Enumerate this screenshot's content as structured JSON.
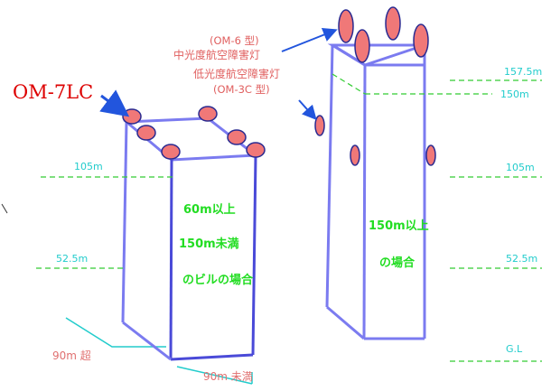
{
  "colors": {
    "building_edge": "#7b7bf0",
    "building_edge_dark": "#3c3cc8",
    "lamp_fill": "#f07878",
    "lamp_edge": "#2a2a90",
    "height_line": "#33cc33",
    "height_label": "#22cccc",
    "footprint_line": "#22cccc",
    "footprint_label": "#e07070",
    "callout_arrow": "#2255dd",
    "lamp_label": "#e06060",
    "om7lc_label": "#dd0000",
    "building_text": "#22dd22"
  },
  "icons": {
    "lamp": "obstruction-light-icon",
    "arrow": "callout-arrow-icon"
  },
  "left_building": {
    "model_label": "OM-7LC",
    "height_labels": [
      "105m",
      "52.5m"
    ],
    "text_lines": [
      "60m以上",
      "150m未満",
      "のビルの場合"
    ],
    "footprint_labels": [
      "90m 超",
      "90m 未満"
    ]
  },
  "right_building": {
    "medium_light_model": "(OM-6 型)",
    "medium_light_name": "中光度航空障害灯",
    "low_light_name": "低光度航空障害灯",
    "low_light_model": "(OM-3C 型)",
    "height_labels": [
      "157.5m",
      "150m",
      "105m",
      "52.5m",
      "G.L"
    ],
    "text_lines": [
      "150m以上",
      "の場合"
    ]
  }
}
